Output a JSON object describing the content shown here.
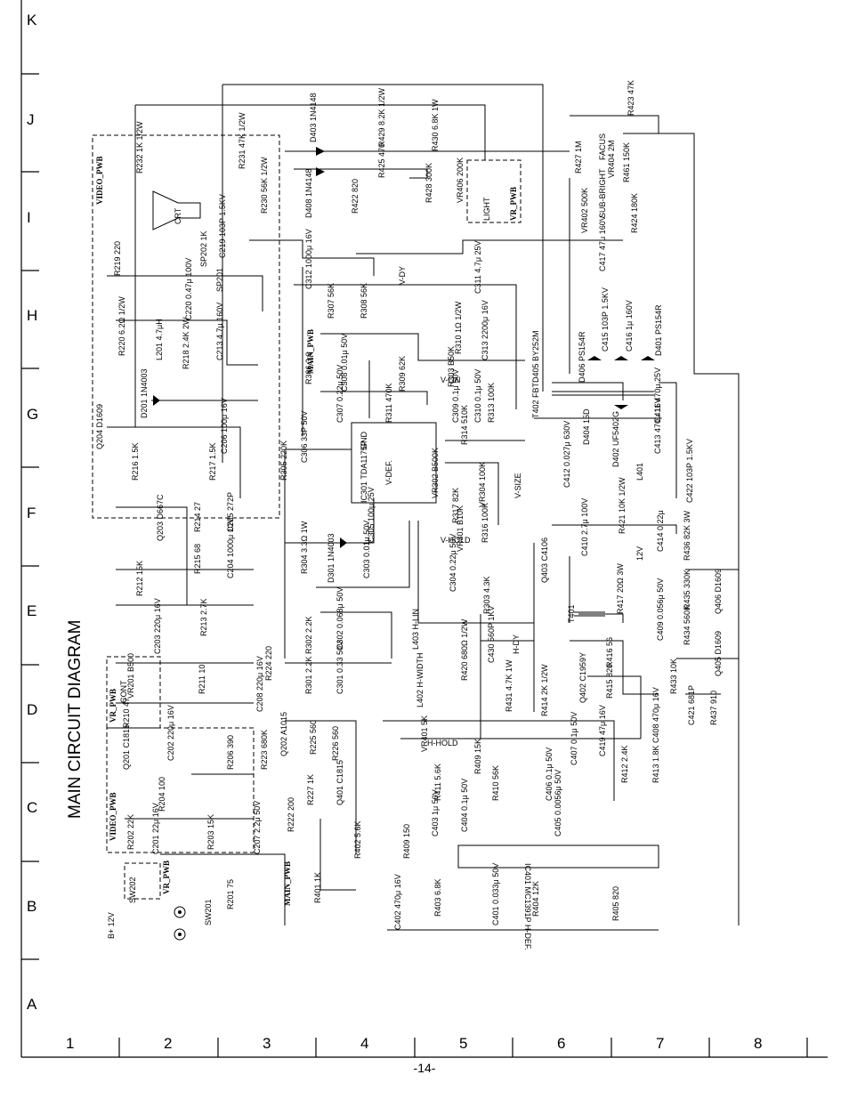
{
  "title": "MAIN CIRCUIT DIAGRAM",
  "page_number": "-14-",
  "row_labels": [
    "K",
    "J",
    "I",
    "H",
    "G",
    "F",
    "E",
    "D",
    "C",
    "B",
    "A"
  ],
  "column_labels": [
    "1",
    "2",
    "3",
    "4",
    "5",
    "6",
    "7",
    "8"
  ],
  "boards": [
    "VIDEO_PWB",
    "VR_PWB",
    "MAIN_PWB",
    "VR_PWB",
    "VIDEO_PWB",
    "VIDEO_PWB",
    "MAIN_PWB",
    "VR_PWB"
  ],
  "supply": "B+ 12V",
  "components": [
    "R232 1K 1/2W",
    "R231 47K 1/2W",
    "R230 56K 1/2W",
    "D403 1N4148",
    "D408 1N4148",
    "R422 820",
    "R429 8.2K 1/2W",
    "R425 470",
    "R430 6.8K 1W",
    "R428 300K",
    "VR406 200K",
    "R423 47K",
    "R427 1M",
    "VR404 2M",
    "R461 150K",
    "R424 180K",
    "VR402 500K",
    "C417 47μ 160V",
    "CRT",
    "C219 103P 1.5KV",
    "SP202 1K",
    "R219 220",
    "SP201",
    "C220 0.47μ 100V",
    "R220 6.2Ω 1/2W",
    "L201 4.7μH",
    "R218 2.4K 2W",
    "C213 4.7μ 160V",
    "D201 1N4003",
    "Q204 D1609",
    "R216 1.5K",
    "R217 1.5K",
    "C206 100μ 16V",
    "Q203 D667C",
    "R214 27",
    "C205 272P",
    "R215 68",
    "C204 1000μ 10V",
    "R212 15K",
    "R213 2.7K",
    "C203 220μ 16V",
    "VR201 B500",
    "R211 10",
    "R210 47",
    "Q201 C1815",
    "C202 220μ 16V",
    "R206 390",
    "R204 100",
    "R202 22K",
    "C201 22μ 16V",
    "R203 15K",
    "C207 2.2μ 50V",
    "C208 220μ 16V",
    "R223 680K",
    "Q202 A1015",
    "R222 200",
    "R224 220",
    "R201 75",
    "SW201",
    "SW202",
    "C312 1000μ 16V",
    "R307 56K",
    "R308 56K",
    "C311 4.7μ 25V",
    "R306 3.3",
    "C308 0.01μ 50V",
    "C307 0.22μ 50V",
    "R309 62K",
    "R303 B50K",
    "R310 1Ω 1/2W",
    "C313 2200μ 16V",
    "R311 470K",
    "C309 0.1μ 50V",
    "C310 0.1μ 50V",
    "R313 100K",
    "R314 510K",
    "C306 33P 50V",
    "IC301 TDA1175P",
    "R305 220K",
    "VR302 B500K",
    "VR304 100K",
    "R317 82K",
    "VR301 B10K",
    "R316 100K",
    "C305 100μ 25V",
    "D301 1N4003",
    "R304 3.3Ω 1W",
    "C303 0.01μ 50V",
    "C304 0.22μ 50V",
    "R303 4.3K",
    "R302 2.2K",
    "C302 0.068μ 50V",
    "R301 2.2K",
    "C301 0.33 50V",
    "R225 560",
    "R226 560",
    "R227 1K",
    "Q401 C1815",
    "R402 5.6K",
    "R401 1K",
    "D405 BY252M",
    "D406 PS154R",
    "C415 103P 1.5KV",
    "C416 1μ 160V",
    "D401 PS154R",
    "T402 FBT",
    "C411 470μ 25V",
    "D404 15D",
    "D402 UF5402G",
    "C413 470μ 16V",
    "C412 0.027μ 630V",
    "L401",
    "C422 103P 1.5KV",
    "R421 10K 1/2W",
    "C414 0.22μ",
    "R436 82K 3W",
    "Q403 C4106",
    "C410 2.7μ 100V",
    "R435 330K",
    "Q406 D1609",
    "T401",
    "R417 20Ω 3W",
    "C409 0.056μ 50V",
    "R434 560K",
    "Q405 D1609",
    "L403 H-LIN",
    "C430 560P 1KV",
    "R416 56",
    "R420 680Ω 1/2W",
    "L402 H-WIDTH",
    "Q402 C1959Y",
    "R415 820",
    "R433 10K",
    "R437 910",
    "C421 681P",
    "R431 4.7K 1W",
    "R414 2K 1/2W",
    "C408 470μ 16V",
    "R413 1.8K",
    "R412 2.4K",
    "C419 47μ 16V",
    "C407 0.1μ 50V",
    "C406 0.1μ 50V",
    "C405 0.0056μ 50V",
    "R410 56K",
    "R409 15K",
    "R411 5.6K",
    "VR401 5K",
    "C404 0.1μ 50V",
    "C403 1μ 50V",
    "R409 150",
    "IC401 MC1391P H-DEF.",
    "C402 470μ 16V",
    "R403 6.8K",
    "C401 0.033μ 50V",
    "R404 12K",
    "R405 820"
  ],
  "control_labels": [
    "FACUS",
    "SUB-BRIGHT",
    "LIGHT",
    "V-DY",
    "V-LIN",
    "V-SIZE",
    "V-HOLD",
    "H-DY",
    "H-HOLD",
    "CONT",
    "V-DEF.",
    "GND",
    "12V"
  ]
}
